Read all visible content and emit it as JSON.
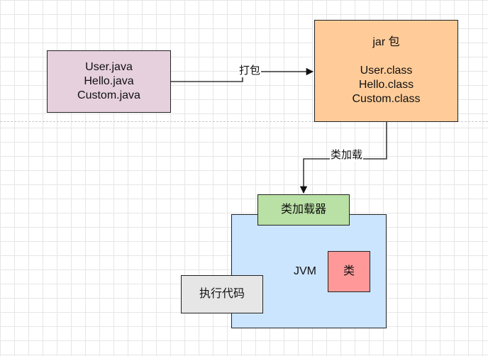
{
  "source_box": {
    "lines": [
      "User.java",
      "Hello.java",
      "Custom.java"
    ]
  },
  "jar_box": {
    "title": "jar 包",
    "lines": [
      "User.class",
      "Hello.class",
      "Custom.class"
    ]
  },
  "edge_pack_label": "打包",
  "edge_load_label": "类加载",
  "class_loader_label": "类加载器",
  "jvm_label": "JVM",
  "class_label": "类",
  "exec_label": "执行代码",
  "colors": {
    "source_fill": "#e6d0de",
    "jar_fill": "#ffcc99",
    "jvm_fill": "#cce5ff",
    "loader_fill": "#b9e0a5",
    "class_fill": "#ff9999",
    "exec_fill": "#e6e6e6"
  }
}
